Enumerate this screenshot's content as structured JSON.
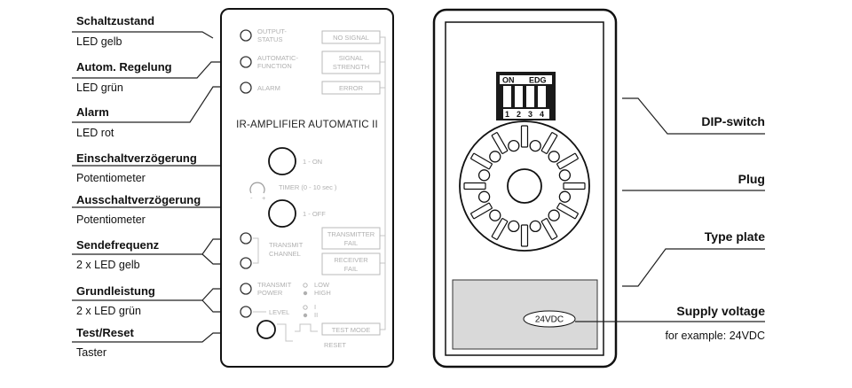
{
  "left_labels": [
    {
      "title": "Schaltzustand",
      "sub": "LED gelb"
    },
    {
      "title": "Autom. Regelung",
      "sub": "LED grün"
    },
    {
      "title": "Alarm",
      "sub": "LED rot"
    },
    {
      "title": "Einschaltverzögerung",
      "sub": "Potentiometer"
    },
    {
      "title": "Ausschaltverzögerung",
      "sub": "Potentiometer"
    },
    {
      "title": "Sendefrequenz",
      "sub": "2 x LED gelb"
    },
    {
      "title": "Grundleistung",
      "sub": "2 x LED grün"
    },
    {
      "title": "Test/Reset",
      "sub": "Taster"
    }
  ],
  "front_panel": {
    "leds": {
      "output": [
        "OUTPUT-",
        "STATUS"
      ],
      "automatic": [
        "AUTOMATIC-",
        "FUNCTION"
      ],
      "alarm": "ALARM"
    },
    "status_boxes": {
      "no_signal": "NO SIGNAL",
      "signal_strength": [
        "SIGNAL",
        "STRENGTH"
      ],
      "error": "ERROR"
    },
    "title": "IR-AMPLIFIER AUTOMATIC II",
    "knobs": {
      "on": "1 - ON",
      "timer": "TIMER (0 - 10 sec )",
      "off": "1 - OFF",
      "minus": "-",
      "plus": "+"
    },
    "transmit": [
      "TRANSMIT",
      "CHANNEL"
    ],
    "transmitter_fail": [
      "TRANSMITTER",
      "FAIL"
    ],
    "receiver_fail": [
      "RECEIVER",
      "FAIL"
    ],
    "transmit_power": [
      "TRANSMIT",
      "POWER"
    ],
    "power_levels": {
      "low": "LOW",
      "high": "HIGH"
    },
    "level": "LEVEL",
    "level_marks": {
      "one": "I",
      "two": "II"
    },
    "test_mode": "TEST MODE",
    "reset": "RESET"
  },
  "back_panel": {
    "dip": {
      "on": "ON",
      "edg": "EDG",
      "numbers": [
        "1",
        "2",
        "3",
        "4"
      ]
    },
    "type_plate_value": "24VDC"
  },
  "right_labels": [
    {
      "title": "DIP-switch",
      "sub": ""
    },
    {
      "title": "Plug",
      "sub": ""
    },
    {
      "title": "Type plate",
      "sub": ""
    },
    {
      "title": "Supply voltage",
      "sub": "for example: 24VDC"
    }
  ]
}
